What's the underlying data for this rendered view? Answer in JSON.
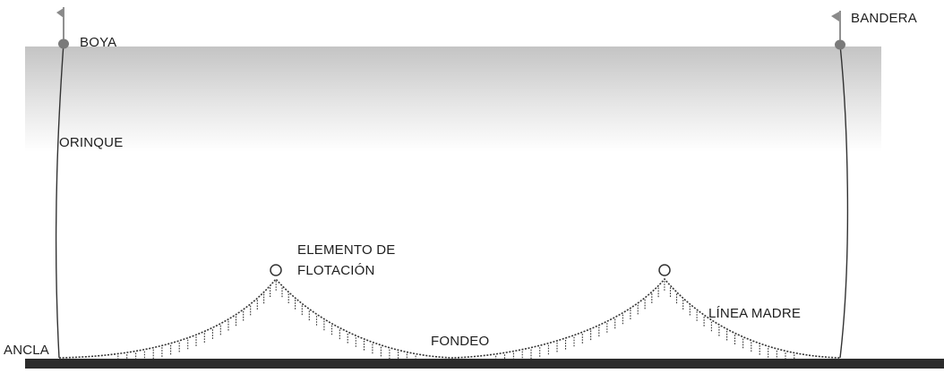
{
  "labels": {
    "boya": "BOYA",
    "bandera": "BANDERA",
    "orinque": "ORINQUE",
    "elemento_line1": "ELEMENTO DE",
    "elemento_line2": "FLOTACIÓN",
    "linea_madre": "LÍNEA MADRE",
    "fondeo": "FONDEO",
    "ancla": "ANCLA"
  },
  "colors": {
    "water_band_top": "#c4c4c4",
    "water_band_bottom": "#ffffff",
    "seabed": "#2b2b2b",
    "lines": "#333333",
    "buoy": "#7a7a7a",
    "flag": "#8a8a8a"
  }
}
